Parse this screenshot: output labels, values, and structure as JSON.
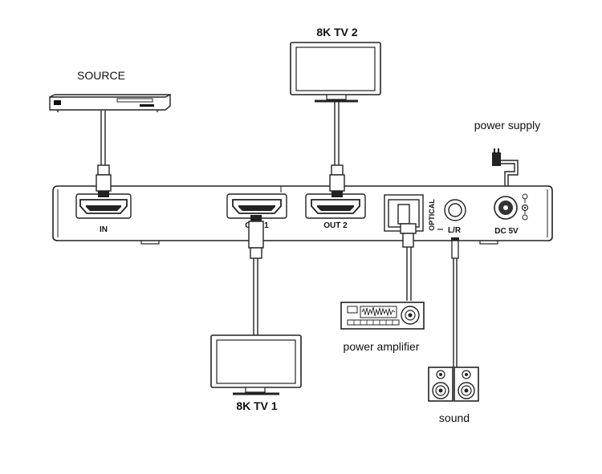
{
  "labels": {
    "source": "SOURCE",
    "tv2": "8K TV 2",
    "tv1": "8K TV 1",
    "power_supply": "power supply",
    "power_amplifier": "power amplifier",
    "sound": "sound"
  },
  "ports": {
    "in": "IN",
    "out1": "OUT 1",
    "out2": "OUT 2",
    "optical": "OPTICAL",
    "lr": "L/R",
    "dc": "DC 5V"
  }
}
